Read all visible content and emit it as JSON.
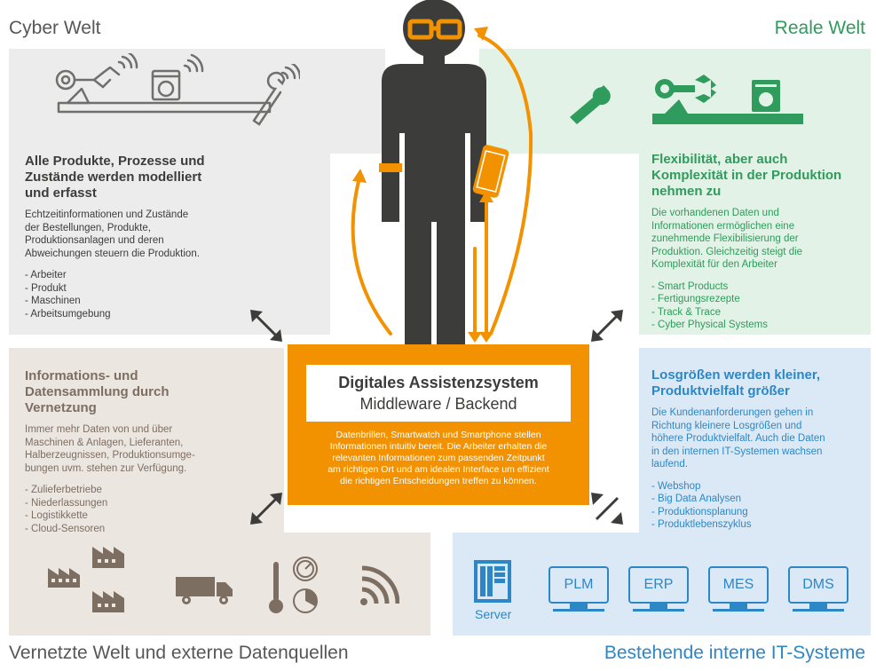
{
  "corners": {
    "top_left": "Cyber Welt",
    "top_right": "Reale Welt",
    "bottom_left": "Vernetzte Welt und externe Datenquellen",
    "bottom_right": "Bestehende interne IT-Systeme"
  },
  "colors": {
    "cyber_bg": "#ececec",
    "real_bg": "#e2f2e6",
    "networked_bg": "#ece6e1",
    "it_bg": "#dbe9f6",
    "orange": "#f39200",
    "green": "#2f9b5c",
    "blue": "#2d87c7",
    "dark": "#3c3c3b",
    "brown_text": "#7d6e62"
  },
  "cyber": {
    "heading": "Alle Produkte, Prozesse und\nZustände werden modelliert\nund erfasst",
    "text": "Echtzeitinformationen und Zustände\nder Bestellungen, Produkte,\nProduktionsanlagen und deren\nAbweichungen steuern die Produktion.",
    "items": [
      "- Arbeiter",
      "- Produkt",
      "- Maschinen",
      "- Arbeitsumgebung"
    ]
  },
  "real": {
    "heading": "Flexibilität, aber auch\nKomplexität in der Produktion\nnehmen zu",
    "text": "Die vorhandenen Daten und\nInformationen ermöglichen eine\nzunehmende Flexibilisierung der\nProduktion. Gleichzeitig steigt die\nKomplexität für den Arbeiter",
    "items": [
      "- Smart Products",
      "- Fertigungsrezepte",
      "- Track & Trace",
      "- Cyber Physical Systems"
    ]
  },
  "networked": {
    "heading": "Informations- und\nDatensammlung durch\nVernetzung",
    "text": "Immer mehr Daten von und über\nMaschinen & Anlagen, Lieferanten,\nHalberzeugnissen, Produktionsumge-\nbungen uvm. stehen zur Verfügung.",
    "items": [
      "- Zulieferbetriebe",
      "- Niederlassungen",
      "- Logistikkette",
      "- Cloud-Sensoren"
    ]
  },
  "it": {
    "heading": "Losgrößen werden kleiner,\nProduktvielfalt größer",
    "text": "Die Kundenanforderungen gehen in\nRichtung kleinere Losgrößen und\nhöhere Produktvielfalt. Auch die Daten\nin den internen IT-Systemen wachsen\nlaufend.",
    "items": [
      "- Webshop",
      "- Big Data Analysen",
      "- Produktionsplanung",
      "- Produktlebenszyklus"
    ],
    "server_label": "Server",
    "systems": [
      "PLM",
      "ERP",
      "MES",
      "DMS"
    ]
  },
  "center": {
    "title": "Digitales Assistenzsystem",
    "subtitle": "Middleware / Backend",
    "text": "Datenbrillen, Smartwatch und Smartphone stellen\nInformationen intuitiv bereit. Die Arbeiter erhalten die\nrelevanten Informationen zum passenden Zeitpunkt\nam richtigen Ort und am idealen Interface um effizient\ndie richtigen Entscheidungen treffen zu können."
  }
}
